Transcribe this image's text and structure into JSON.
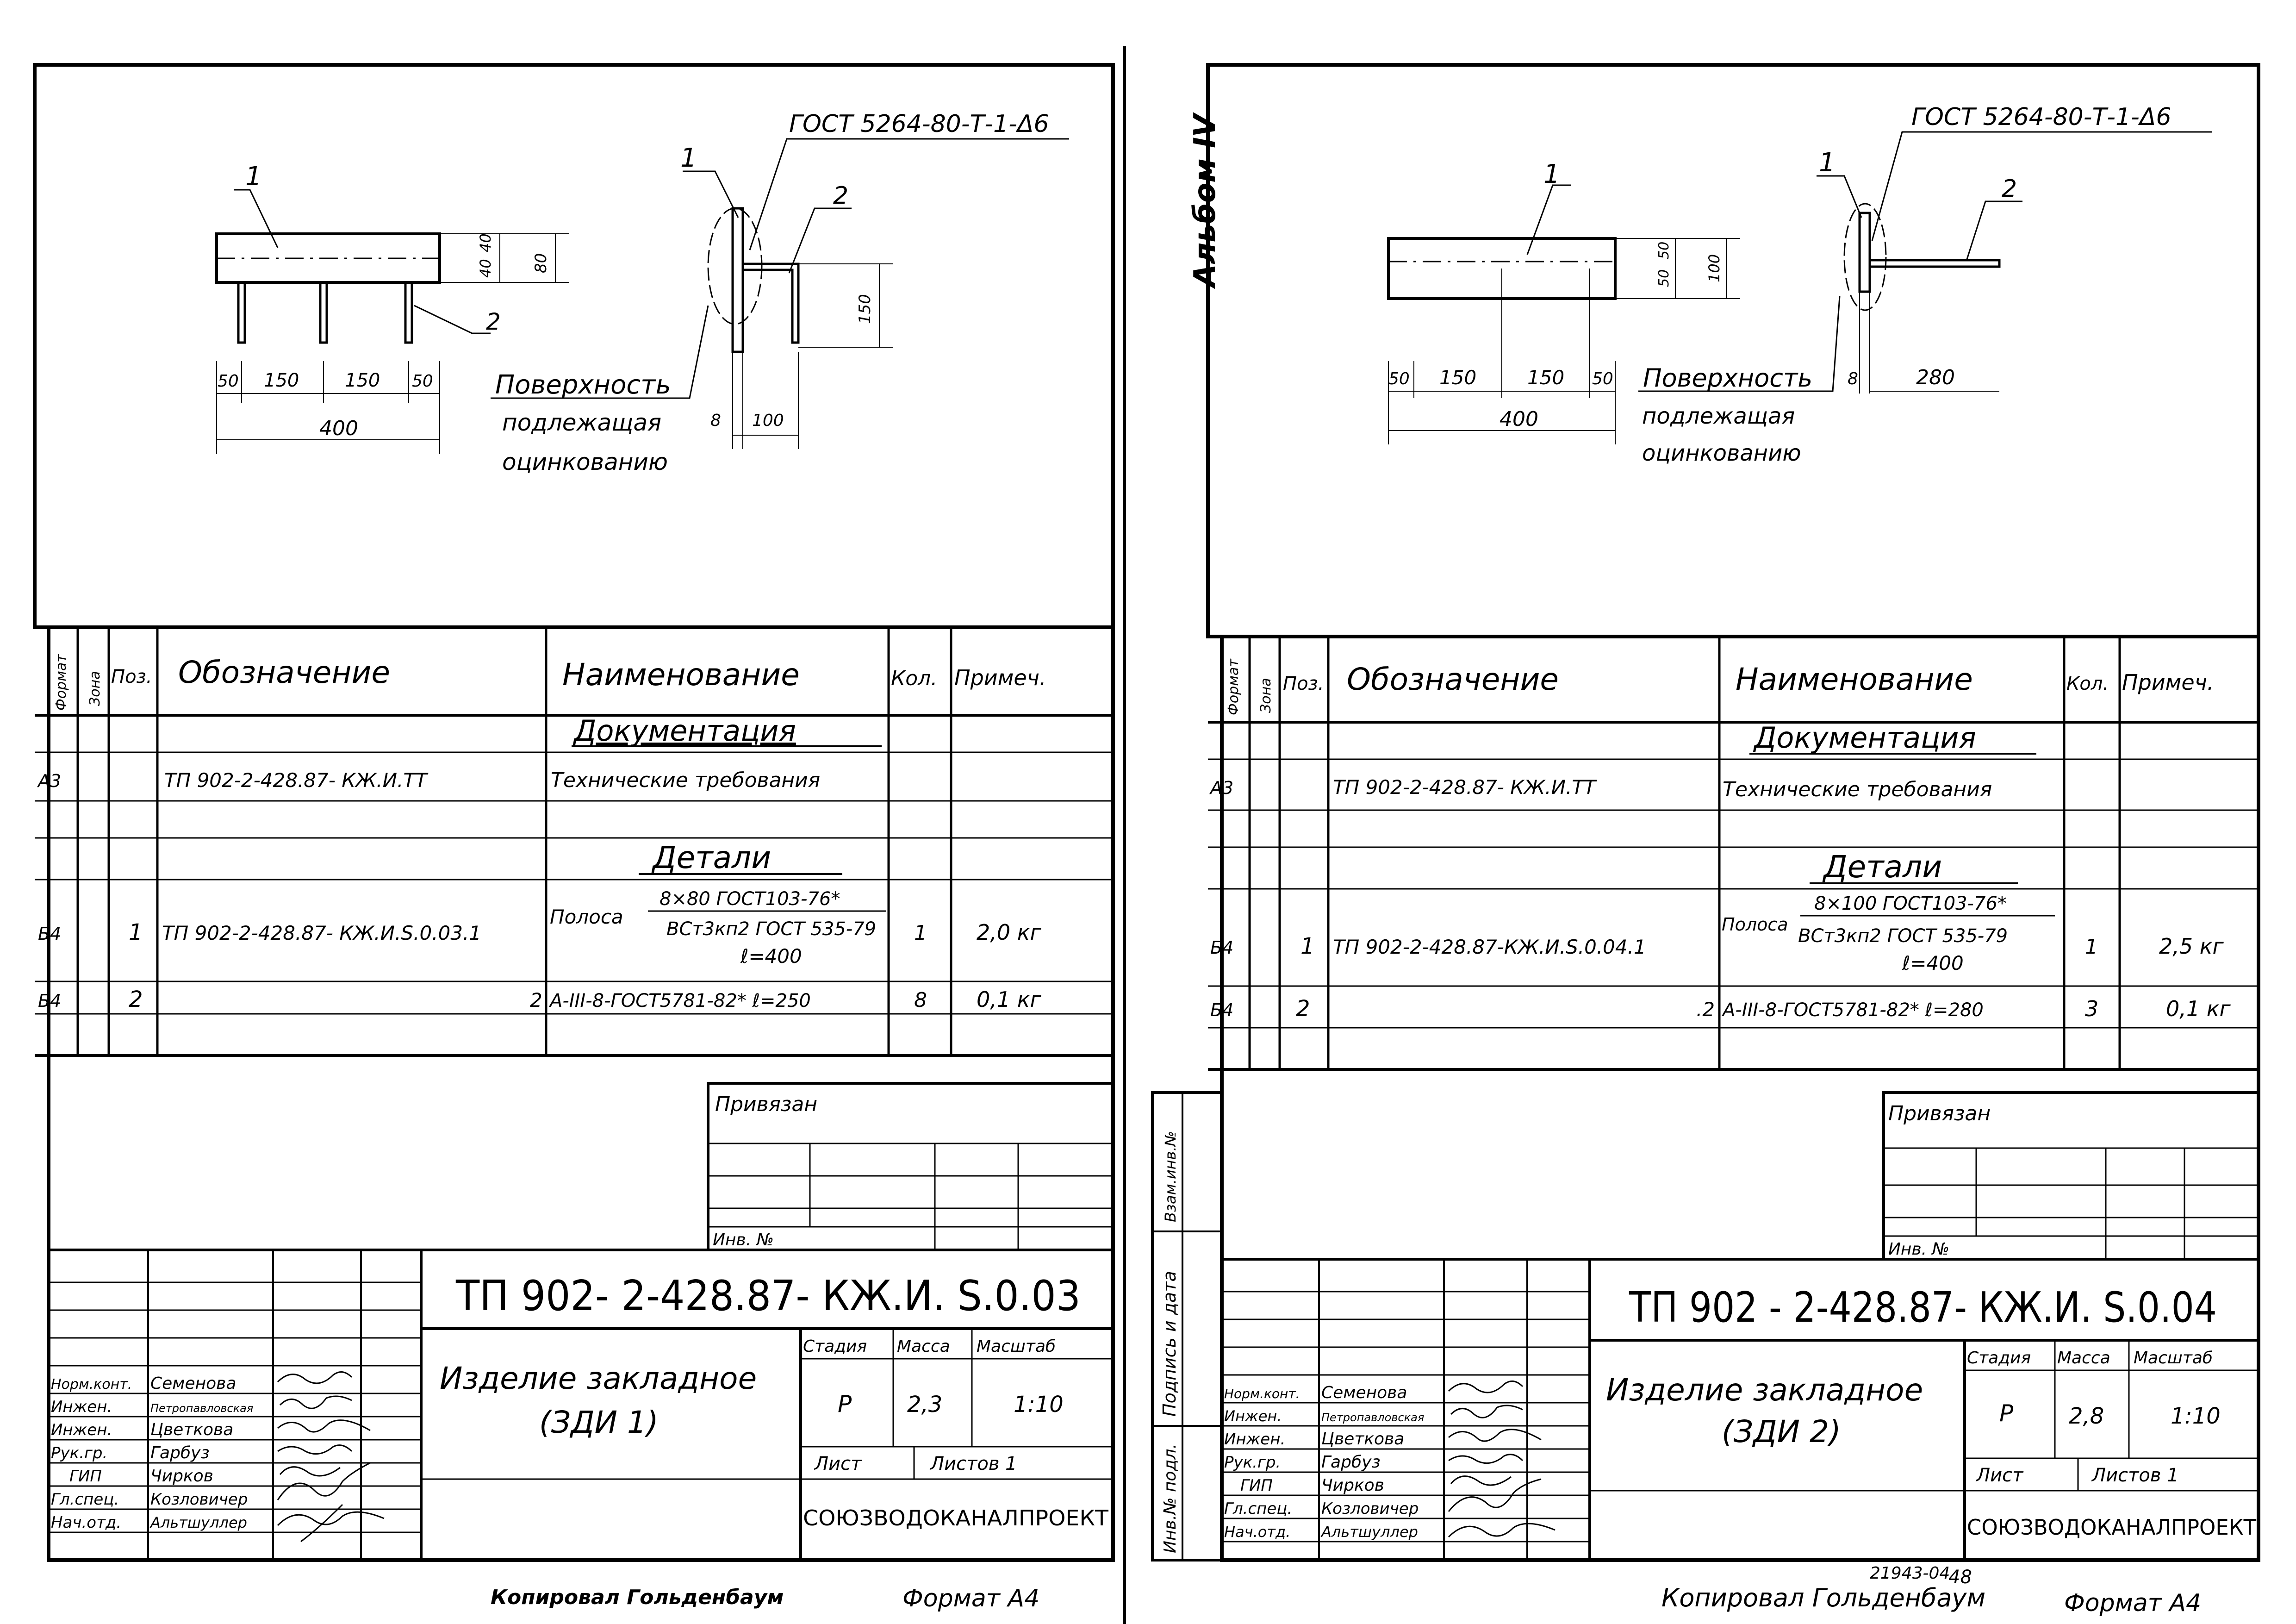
{
  "sheets": [
    {
      "id": "left",
      "drawing": {
        "gost_note": "ГОСТ 5264-80-Т-1-Δ6",
        "callout_1": "1",
        "callout_2": "2",
        "callout_1_side": "1",
        "callout_2_side": "2",
        "dim_40a": "40",
        "dim_40b": "40",
        "dim_80": "80",
        "dim_150_height": "150",
        "dim_50_left": "50",
        "dim_150a": "150",
        "dim_150b": "150",
        "dim_50_right": "50",
        "dim_400": "400",
        "dim_8": "8",
        "dim_100": "100",
        "surface_line1": "Поверхность",
        "surface_line2": "подлежащая",
        "surface_line3": "оцинкованию"
      },
      "spec": {
        "headers": {
          "format": "Формат",
          "zone": "Зона",
          "pos": "Поз.",
          "designation": "Обозначение",
          "name": "Наименование",
          "qty": "Кол.",
          "note": "Примеч."
        },
        "section_docs": "Документация",
        "row_a3": {
          "format": "А3",
          "designation": "ТП 902-2-428.87- КЖ.И.ТТ",
          "name": "Технические требования"
        },
        "section_details": "Детали",
        "row_1": {
          "format": "Б4",
          "pos": "1",
          "designation": "ТП 902-2-428.87- КЖ.И.S.0.03.1",
          "name_prefix": "Полоса",
          "name_top": "8×80 ГОСТ103-76*",
          "name_bottom": "ВСт3кп2 ГОСТ 535-79",
          "length": "ℓ=400",
          "qty": "1",
          "note": "2,0 кг"
        },
        "row_2": {
          "format": "Б4",
          "pos": "2",
          "designation_suffix": "2",
          "name": "А-III-8-ГОСТ5781-82* ℓ=250",
          "qty": "8",
          "note": "0,1 кг"
        }
      },
      "stamp": {
        "bound_label": "Привязан",
        "inv_label": "Инв. №",
        "code": "ТП 902- 2-428.87- КЖ.И. S.0.03",
        "title_line1": "Изделие закладное",
        "title_line2": "(ЗДИ 1)",
        "stage_h": "Стадия",
        "mass_h": "Масса",
        "scale_h": "Масштаб",
        "stage": "Р",
        "mass": "2,3",
        "scale": "1:10",
        "sheet_h": "Лист",
        "sheets_h": "Листов 1",
        "org": "СОЮЗВОДОКАНАЛПРОЕКТ",
        "roles": [
          "Норм.конт.",
          "Инжен.",
          "Инжен.",
          "Рук.гр.",
          "ГИП",
          "Гл.спец.",
          "Нач.отд."
        ],
        "names": [
          "Семенова",
          "Петропавловская",
          "Цветкова",
          "Гарбуз",
          "Чирков",
          "Козловичер",
          "Альтшуллер"
        ]
      },
      "footer": {
        "copied": "Копировал Гольденбаум",
        "format": "Формат А4"
      }
    },
    {
      "id": "right",
      "side_label": "Альбом IV",
      "drawing": {
        "gost_note": "ГОСТ 5264-80-Т-1-Δ6",
        "callout_1": "1",
        "callout_1_side": "1",
        "callout_2_side": "2",
        "dim_50a": "50",
        "dim_50b": "50",
        "dim_100": "100",
        "dim_50_left": "50",
        "dim_150a": "150",
        "dim_150b": "150",
        "dim_50_right": "50",
        "dim_400": "400",
        "dim_8": "8",
        "dim_280": "280",
        "surface_line1": "Поверхность",
        "surface_line2": "подлежащая",
        "surface_line3": "оцинкованию"
      },
      "spec": {
        "headers": {
          "format": "Формат",
          "zone": "Зона",
          "pos": "Поз.",
          "designation": "Обозначение",
          "name": "Наименование",
          "qty": "Кол.",
          "note": "Примеч."
        },
        "section_docs": "Документация",
        "row_a3": {
          "format": "А3",
          "designation": "ТП 902-2-428.87- КЖ.И.ТТ",
          "name": "Технические требования"
        },
        "section_details": "Детали",
        "row_1": {
          "format": "Б4",
          "pos": "1",
          "designation": "ТП 902-2-428.87-КЖ.И.S.0.04.1",
          "name_prefix": "Полоса",
          "name_top": "8×100 ГОСТ103-76*",
          "name_bottom": "ВСт3кп2 ГОСТ 535-79",
          "length": "ℓ=400",
          "qty": "1",
          "note": "2,5 кг"
        },
        "row_2": {
          "format": "Б4",
          "pos": "2",
          "designation_suffix": ".2",
          "name": "А-III-8-ГОСТ5781-82* ℓ=280",
          "qty": "3",
          "note": "0,1 кг"
        }
      },
      "side_table": [
        "Взам.инв.№",
        "Подпись и дата",
        "Инв.№ подл."
      ],
      "stamp": {
        "bound_label": "Привязан",
        "inv_label": "Инв. №",
        "code": "ТП 902 - 2-428.87- КЖ.И. S.0.04",
        "title_line1": "Изделие закладное",
        "title_line2": "(ЗДИ 2)",
        "stage_h": "Стадия",
        "mass_h": "Масса",
        "scale_h": "Масштаб",
        "stage": "Р",
        "mass": "2,8",
        "scale": "1:10",
        "sheet_h": "Лист",
        "sheets_h": "Листов 1",
        "org": "СОЮЗВОДОКАНАЛПРОЕКТ",
        "roles": [
          "Норм.конт.",
          "Инжен.",
          "Инжен.",
          "Рук.гр.",
          "ГИП",
          "Гл.спец.",
          "Нач.отд."
        ],
        "names": [
          "Семенова",
          "Петропавловская",
          "Цветкова",
          "Гарбуз",
          "Чирков",
          "Козловичер",
          "Альтшуллер"
        ]
      },
      "footer": {
        "archive_no": "21943-04",
        "page_no": "48",
        "copied": "Копировал Гольденбаум",
        "format": "Формат А4"
      }
    }
  ]
}
